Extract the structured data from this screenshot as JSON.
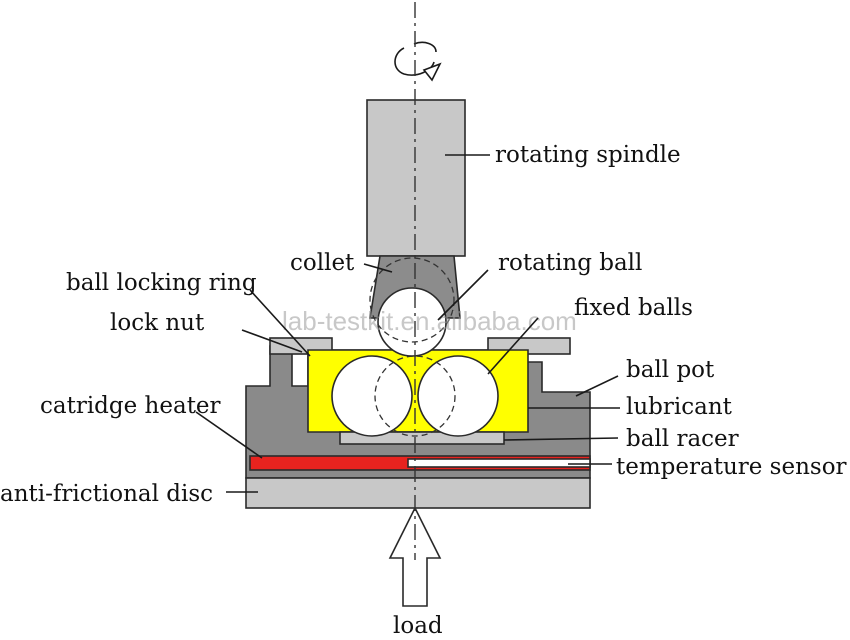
{
  "labels": {
    "rotating_spindle": "rotating spindle",
    "collet": "collet",
    "rotating_ball": "rotating ball",
    "ball_locking_ring": "ball locking ring",
    "fixed_balls": "fixed balls",
    "lock_nut": "lock nut",
    "ball_pot": "ball pot",
    "catridge_heater": "catridge heater",
    "lubricant": "lubricant",
    "ball_racer": "ball racer",
    "temperature_sensor": "temperature sensor",
    "anti_frictional_disc": "anti-frictional disc",
    "load": "load"
  },
  "watermark": "lab-testkit.en.alibaba.com",
  "colors": {
    "spindle": "#c8c8c8",
    "collet": "#8c8c8c",
    "housing": "#8a8a8a",
    "lubricant": "#ffff00",
    "heater": "#e8231f",
    "disc": "#c8c8c8",
    "ball": "#ffffff"
  }
}
